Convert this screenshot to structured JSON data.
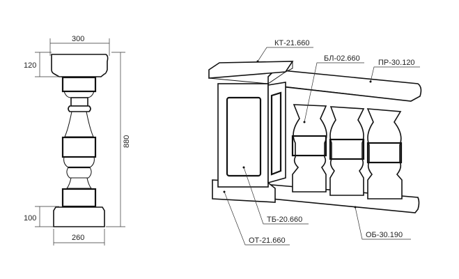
{
  "dimensions": {
    "top_width": "300",
    "cap_height": "120",
    "total_height": "880",
    "base_height": "100",
    "base_width": "260"
  },
  "labels": {
    "kt": "КТ-21.660",
    "bl": "БЛ-02.660",
    "pr": "ПР-30.120",
    "tb": "ТБ-20.660",
    "ot": "ОТ-21.660",
    "ob": "ОБ-30.190"
  }
}
